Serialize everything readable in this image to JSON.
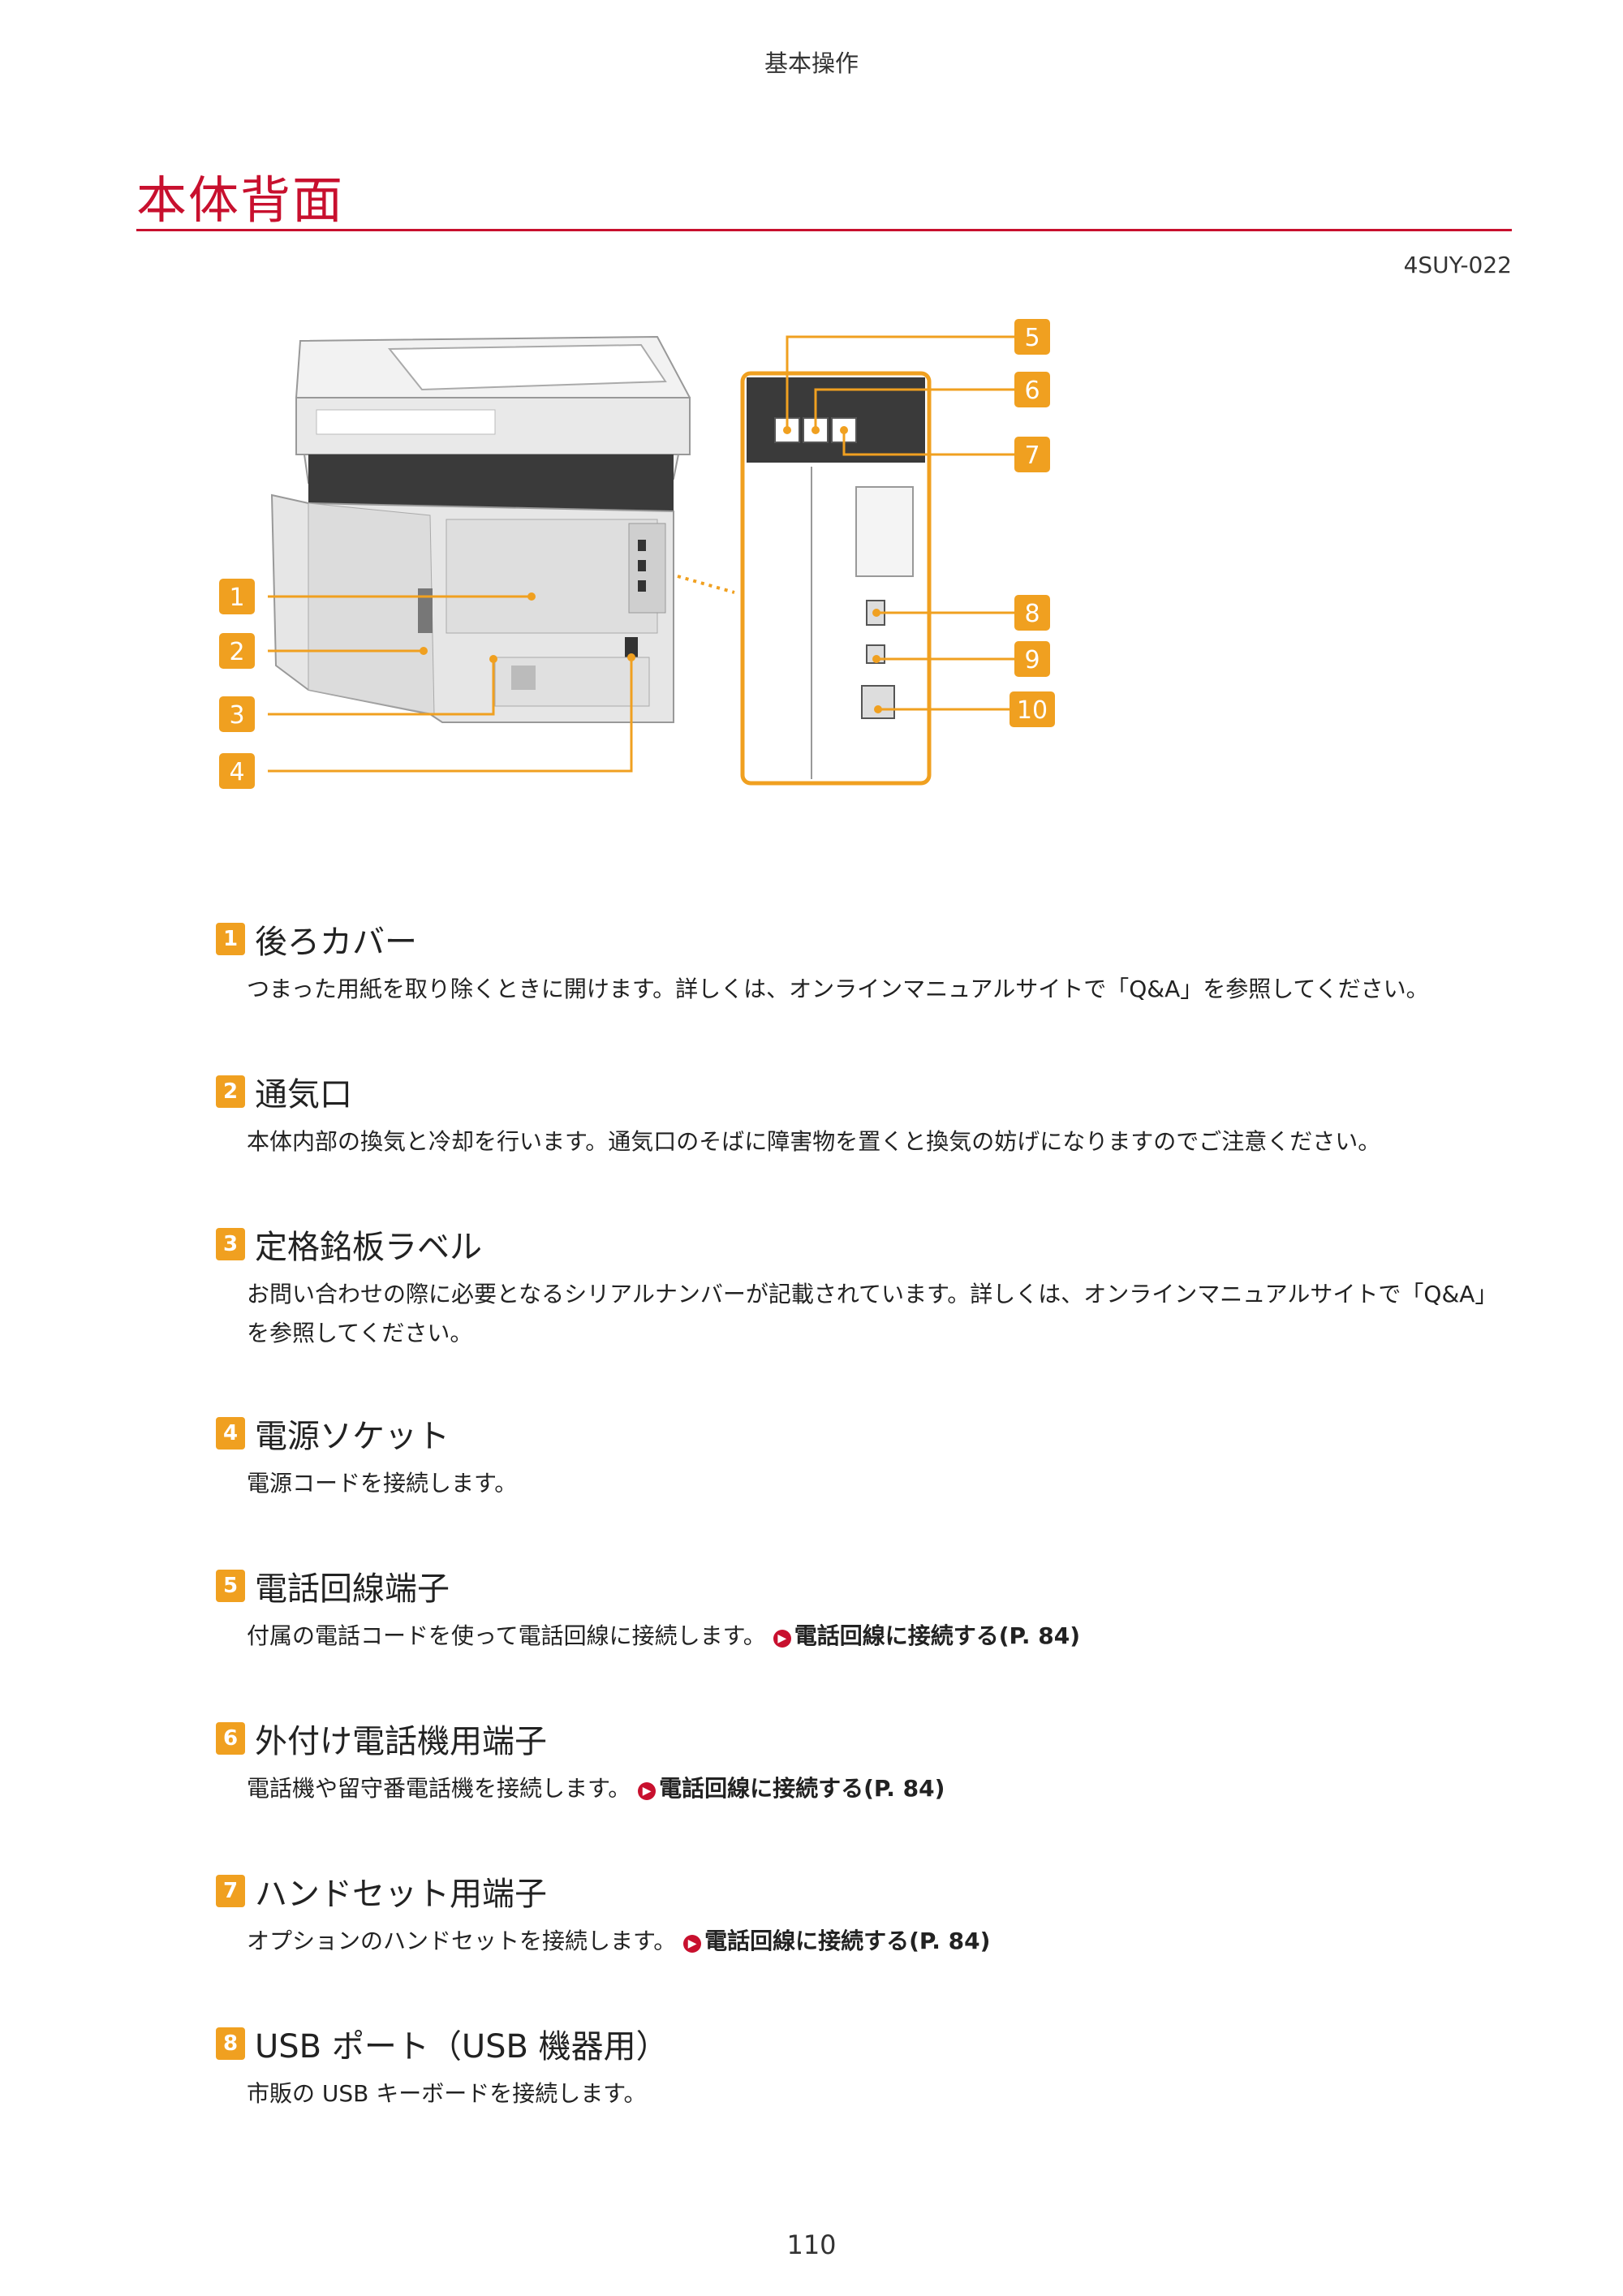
{
  "header": {
    "section": "基本操作"
  },
  "page": {
    "title": "本体背面",
    "code": "4SUY-022",
    "number": "110"
  },
  "figure": {
    "callouts": [
      "1",
      "2",
      "3",
      "4",
      "5",
      "6",
      "7",
      "8",
      "9",
      "10"
    ],
    "accent_color": "#f0a020"
  },
  "items": [
    {
      "num": "1",
      "title": "後ろカバー",
      "body": "つまった用紙を取り除くときに開けます。詳しくは、オンラインマニュアルサイトで「Q&A」を参照してください。",
      "link": ""
    },
    {
      "num": "2",
      "title": "通気口",
      "body": "本体内部の換気と冷却を行います。通気口のそばに障害物を置くと換気の妨げになりますのでご注意ください。",
      "link": ""
    },
    {
      "num": "3",
      "title": "定格銘板ラベル",
      "body": "お問い合わせの際に必要となるシリアルナンバーが記載されています。詳しくは、オンラインマニュアルサイトで「Q&A」を参照してください。",
      "link": ""
    },
    {
      "num": "4",
      "title": "電源ソケット",
      "body": "電源コードを接続します。",
      "link": ""
    },
    {
      "num": "5",
      "title": "電話回線端子",
      "body": "付属の電話コードを使って電話回線に接続します。",
      "link": "電話回線に接続する(P. 84)"
    },
    {
      "num": "6",
      "title": "外付け電話機用端子",
      "body": "電話機や留守番電話機を接続します。",
      "link": "電話回線に接続する(P. 84)"
    },
    {
      "num": "7",
      "title": "ハンドセット用端子",
      "body": "オプションのハンドセットを接続します。",
      "link": "電話回線に接続する(P. 84)"
    },
    {
      "num": "8",
      "title": "USB ポート（USB 機器用）",
      "body": "市販の USB キーボードを接続します。",
      "link": ""
    }
  ]
}
